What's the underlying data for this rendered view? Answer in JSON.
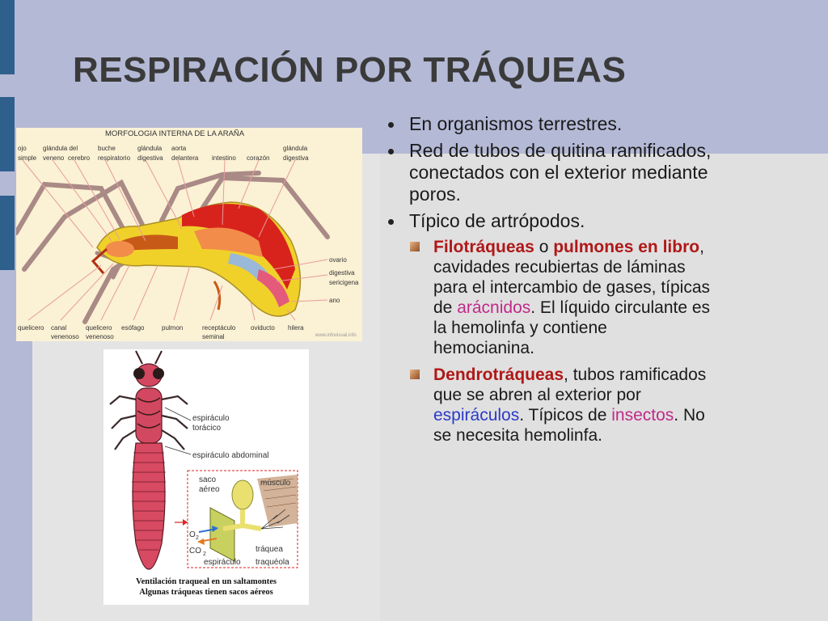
{
  "slide": {
    "title": "RESPIRACIÓN POR TRÁQUEAS",
    "bullets": [
      "En organismos terrestres.",
      "Red de tubos de quitina ramificados, conectados con el exterior mediante poros.",
      "Típico de artrópodos."
    ],
    "sub1": {
      "term1": "Filotráqueas",
      "conj": " o ",
      "term2": "pulmones en libro",
      "text_a": ", cavidades recubiertas de láminas para el intercambio de gases, típicas de ",
      "term3": "arácnidos",
      "text_b": ". El líquido circulante es la hemolinfa y contiene hemocianina."
    },
    "sub2": {
      "term1": "Dendrotráqueas",
      "text_a": ", tubos ramificados que se abren al exterior por ",
      "term2": "espiráculos",
      "text_b": ". Típicos de ",
      "term3": "insectos",
      "text_c": ". No se necesita hemolinfa."
    }
  },
  "spider_figure": {
    "title": "MORFOLOGIA INTERNA DE LA ARAÑA",
    "top_labels": [
      "ojo",
      "simple",
      "glándula del",
      "veneno",
      "cerebro",
      "buche",
      "respiratorio",
      "glándula",
      "digestiva",
      "aorta",
      "delantera",
      "intestino",
      "corazón",
      "glándula",
      "digestiva"
    ],
    "right_labels": [
      "ovario",
      "digestiva",
      "sericigena",
      "ano"
    ],
    "bottom_labels": [
      "quelicero",
      "canal",
      "venenoso",
      "quelicero",
      "venenoso",
      "esófago",
      "pulmon",
      "receptáculo",
      "seminal",
      "oviducto",
      "hilera"
    ],
    "watermark": "www.infovisual.info"
  },
  "insect_figure": {
    "labels": {
      "toracico_1": "espiráculo",
      "toracico_2": "torácico",
      "abdominal": "espiráculo abdominal",
      "saco_1": "saco",
      "saco_2": "aéreo",
      "musculo": "músculo",
      "o2": "O",
      "o2_sub": "2",
      "co2": "CO",
      "co2_sub": "2",
      "traquea": "tráquea",
      "espiraculo": "espiráculo",
      "traqueola": "traquéola"
    },
    "caption_1": "Ventilación traqueal en un saltamontes",
    "caption_2": "Algunas tráqueas tienen sacos aéreos"
  }
}
